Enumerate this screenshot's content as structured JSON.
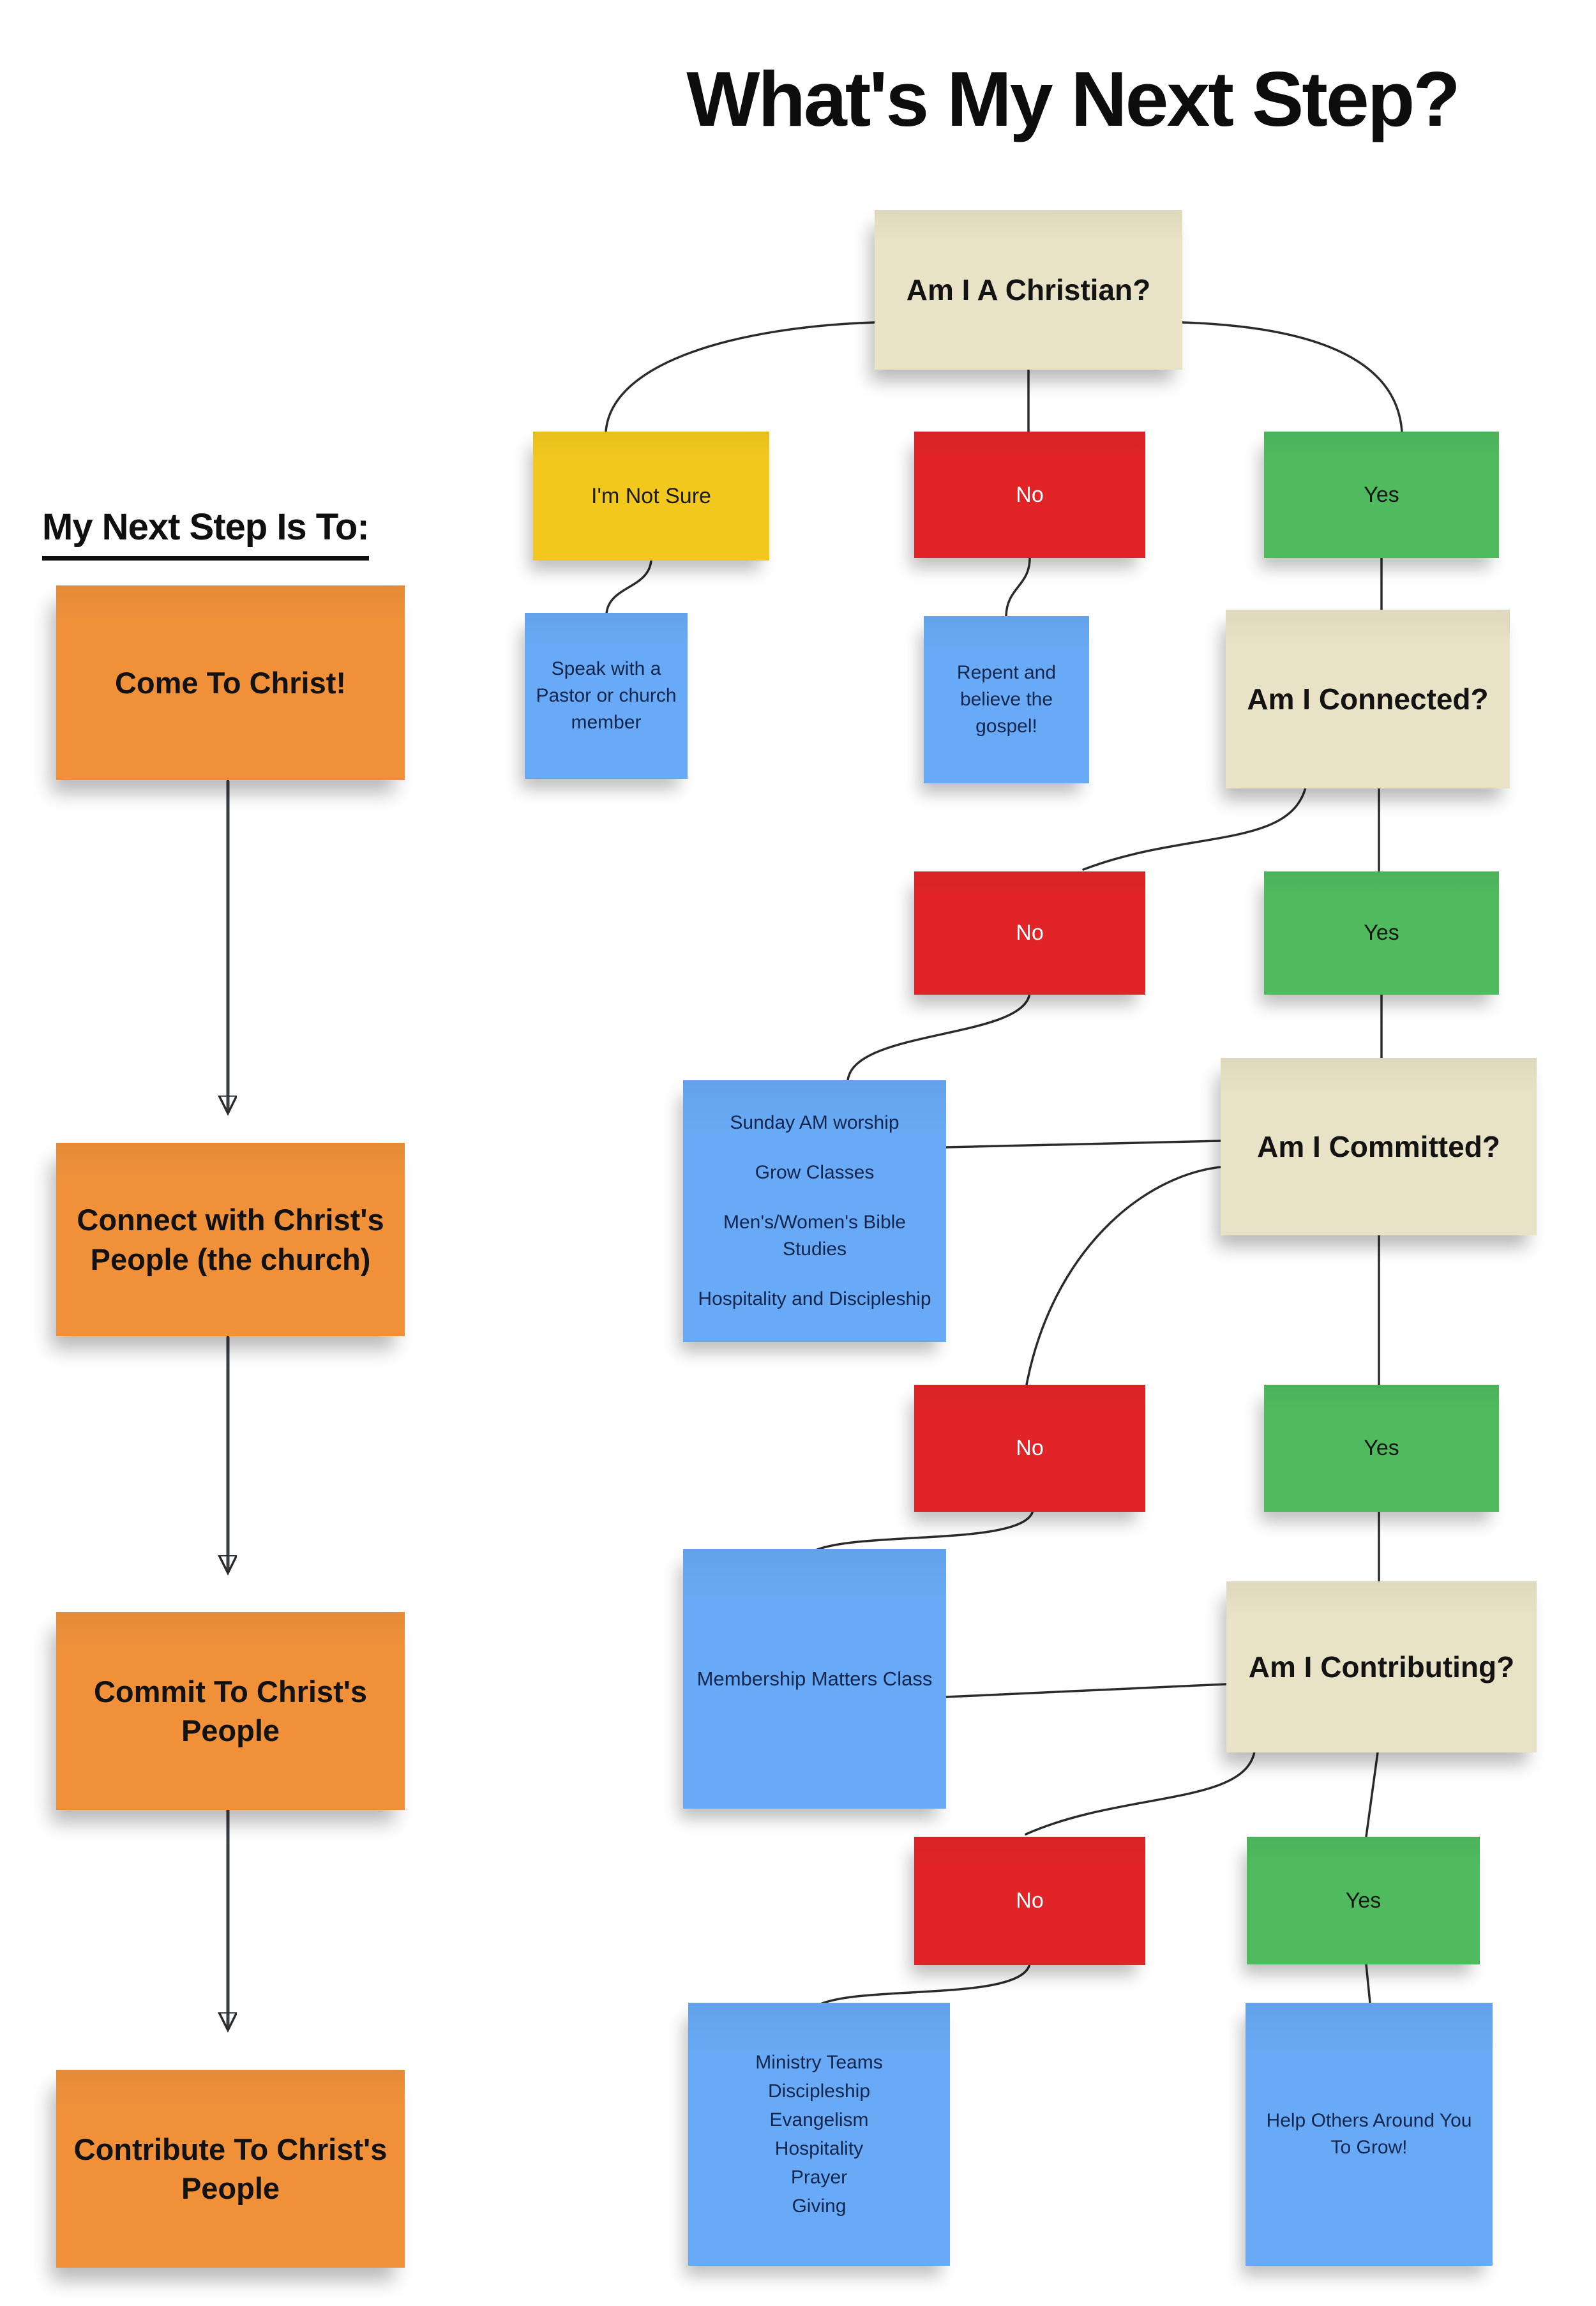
{
  "title": "What's My Next Step?",
  "sidebar": {
    "heading": "My Next Step Is To:",
    "steps": [
      {
        "label": "Come To Christ!"
      },
      {
        "label": "Connect with Christ's People (the church)"
      },
      {
        "label": "Commit To Christ's People"
      },
      {
        "label": "Contribute To Christ's People"
      }
    ]
  },
  "questions": {
    "q1": "Am I A Christian?",
    "q2": "Am I Connected?",
    "q3": "Am I Committed?",
    "q4": "Am I Contributing?"
  },
  "answers": {
    "not_sure": "I'm Not Sure",
    "no": "No",
    "yes": "Yes"
  },
  "actions": {
    "speak": "Speak with a Pastor or church member",
    "repent": "Repent and believe the gospel!",
    "connected_list": {
      "lines": [
        "Sunday AM worship",
        "Grow Classes",
        "Men's/Women's Bible Studies",
        "Hospitality and Discipleship"
      ]
    },
    "membership": "Membership Matters Class",
    "committed_list": {
      "lines": [
        "Ministry Teams",
        "Discipleship",
        "Evangelism",
        "Hospitality",
        "Prayer",
        "Giving"
      ]
    },
    "help": "Help Others Around You To Grow!"
  },
  "colors": {
    "cream": "#e8e2c6",
    "yellow": "#f2c71e",
    "red": "#e02428",
    "green": "#4fba5e",
    "blue": "#68aaf5",
    "orange": "#f0913a",
    "ink": "#121212",
    "blue_text": "#15264e",
    "line": "#2b2b2b",
    "arrow": "#3a3f46"
  }
}
